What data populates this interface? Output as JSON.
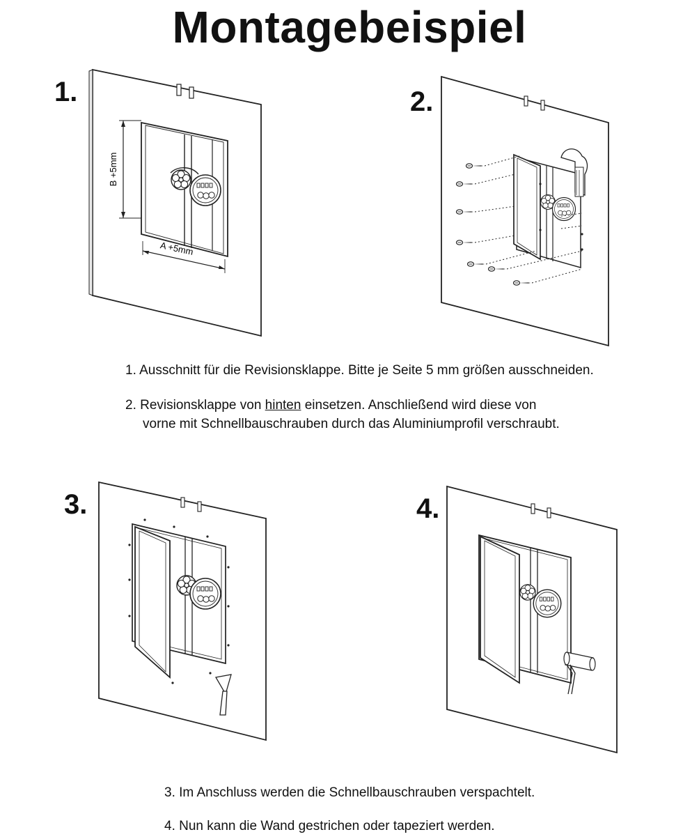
{
  "page": {
    "title": "Montagebeispiel"
  },
  "steps": [
    {
      "number": "1.",
      "label_a": "A +5mm",
      "label_b": "B +5mm"
    },
    {
      "number": "2."
    },
    {
      "number": "3."
    },
    {
      "number": "4."
    }
  ],
  "captions": {
    "step1": "1. Ausschnitt für die Revisionsklappe. Bitte je Seite 5 mm größen ausschneiden.",
    "step2_pre": "2. Revisionsklappe von ",
    "step2_underlined": "hinten",
    "step2_post": " einsetzen. Anschließend wird diese von",
    "step2_line2": "vorne mit Schnellbauschrauben durch das Aluminiumprofil verschraubt.",
    "step3": "3. Im Anschluss werden die Schnellbauschrauben verspachtelt.",
    "step4": "4. Nun kann die Wand gestrichen oder tapeziert werden."
  },
  "icons": {
    "valve": "valve-icon",
    "meter": "water-meter-icon",
    "screw": "screw-icon",
    "spatula": "spatula-icon",
    "roller": "paint-roller-icon"
  },
  "colors": {
    "ink": "#222222",
    "paper": "#ffffff"
  }
}
